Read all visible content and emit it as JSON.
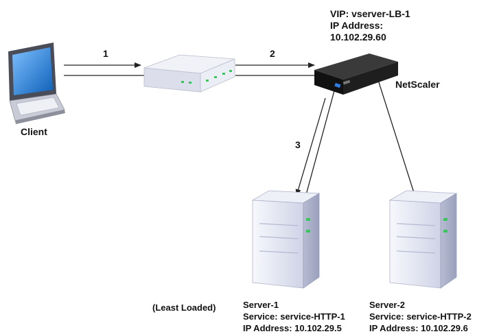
{
  "steps": {
    "one": "1",
    "two": "2",
    "three": "3"
  },
  "client": {
    "label": "Client"
  },
  "vip": {
    "line1": "VIP: vserver-LB-1",
    "line2": "IP Address:",
    "line3": "10.102.29.60"
  },
  "netscaler": {
    "label": "NetScaler"
  },
  "least_loaded": {
    "label": "(Least Loaded)"
  },
  "server1": {
    "name": "Server-1",
    "service": "Service: service-HTTP-1",
    "ip": "IP Address: 10.102.29.5"
  },
  "server2": {
    "name": "Server-2",
    "service": "Service: service-HTTP-2",
    "ip": "IP Address: 10.102.29.6"
  },
  "colors": {
    "laptop_screen": "#1e78d6",
    "device_body": "#e6e8f2",
    "netscaler_body": "#1a1a1a",
    "led": "#39c65a",
    "line": "#222222"
  },
  "icons": [
    "laptop-icon",
    "switch-icon",
    "netscaler-appliance-icon",
    "server-icon"
  ]
}
